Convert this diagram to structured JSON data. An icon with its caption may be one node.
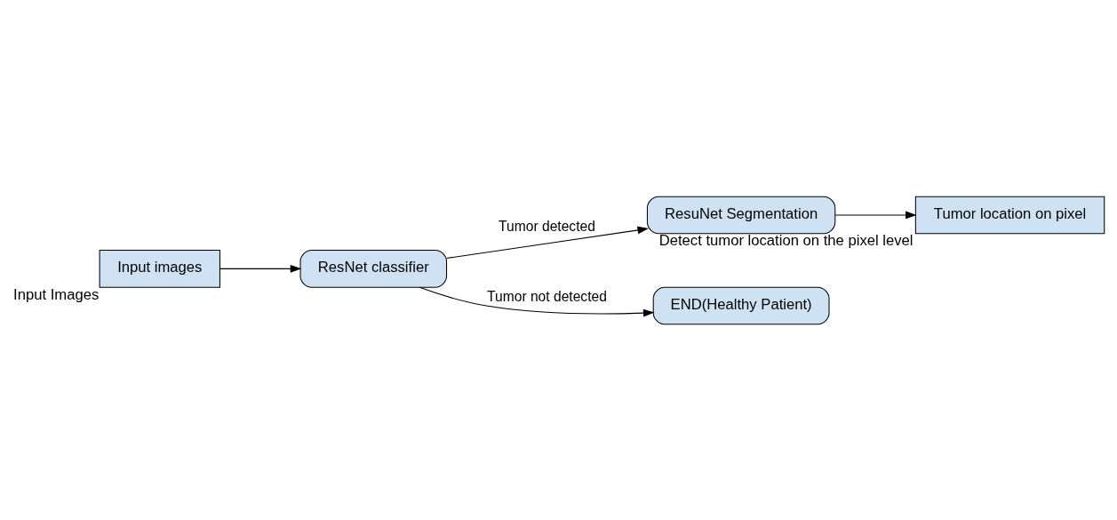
{
  "diagram": {
    "nodes": [
      {
        "text": [
          "Input images"
        ],
        "beside": [
          "Input Images"
        ]
      },
      {
        "text": [
          "ResNet classifier"
        ]
      },
      {
        "text": [
          "ResuNet Segmentation"
        ]
      },
      {
        "text": [
          "Tumor location on pixel"
        ],
        "beside": [
          "Detect tumor location on the pixel level"
        ]
      },
      {
        "text": [
          "END(Healthy Patient)"
        ]
      }
    ],
    "edges": [
      {
        "from": 0,
        "to": 1,
        "arrow": "to"
      },
      {
        "from": 1,
        "to": 2,
        "arrow": "to",
        "label": "Tumor detected"
      },
      {
        "from": 2,
        "to": 3,
        "arrow": "to"
      },
      {
        "from": 1,
        "to": 4,
        "arrow": "to",
        "label": "Tumor not detected"
      }
    ]
  }
}
